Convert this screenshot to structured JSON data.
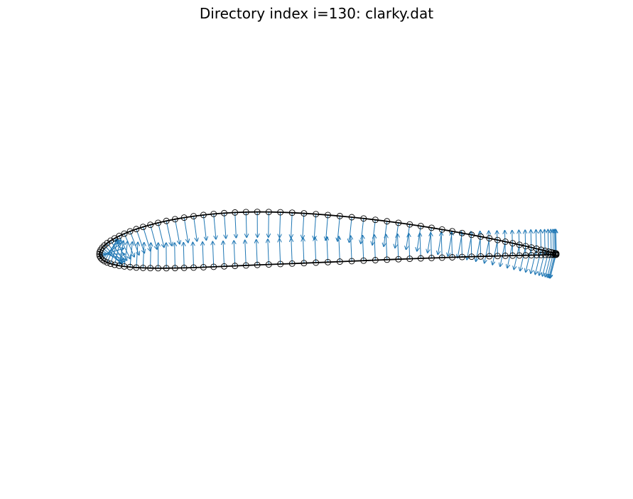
{
  "chart_data": {
    "type": "scatter",
    "title": "Directory index i=130: clarky.dat",
    "xlabel": "",
    "ylabel": "",
    "xlim": [
      -0.05,
      1.05
    ],
    "ylim": [
      -0.3,
      0.3
    ],
    "grid": false,
    "axes_visible": false,
    "airfoil": "clarky",
    "max_thickness_ratio": 0.117,
    "max_camber": 0.035,
    "camber_position": 0.4,
    "points_per_surface": 60,
    "normal_vectors": true,
    "normal_length": 0.055,
    "colors": {
      "line": "#000000",
      "markers": "#000000",
      "vectors": "#1f77b4"
    }
  }
}
